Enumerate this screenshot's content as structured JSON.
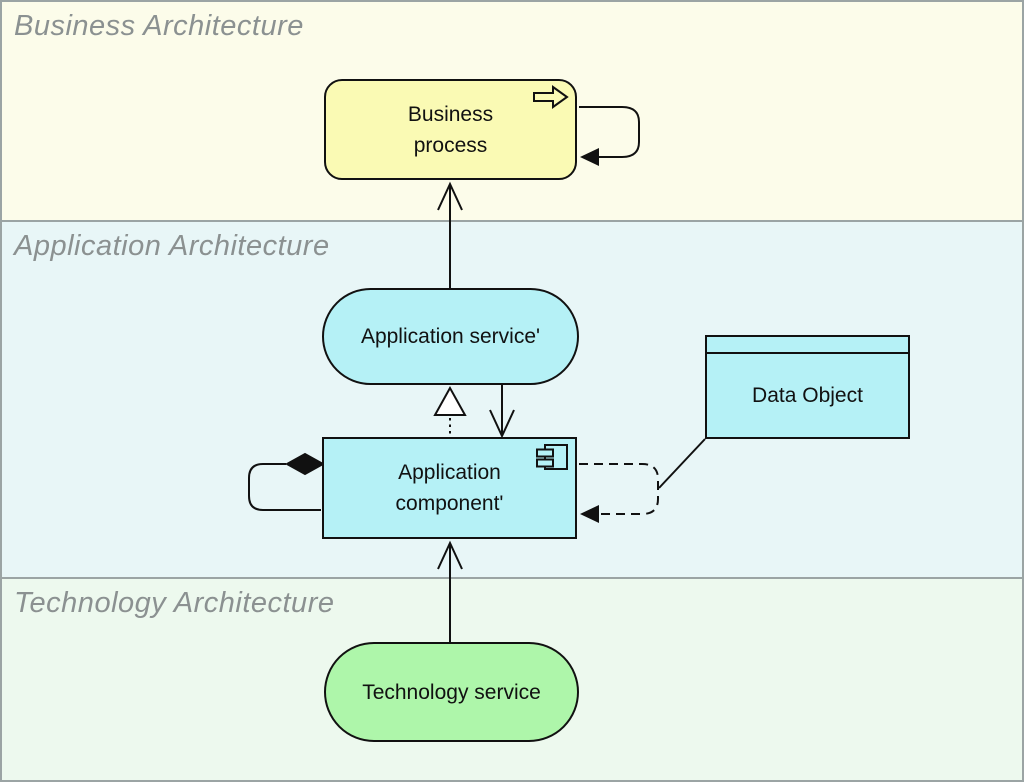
{
  "diagram": {
    "layers": [
      {
        "label": "Business Architecture"
      },
      {
        "label": "Application Architecture"
      },
      {
        "label": "Technology Architecture"
      }
    ],
    "nodes": {
      "business_process": {
        "line1": "Business",
        "line2": "process"
      },
      "application_service": {
        "label": "Application service'"
      },
      "application_component": {
        "line1": "Application",
        "line2": "component'"
      },
      "data_object": {
        "label": "Data Object"
      },
      "technology_service": {
        "label": "Technology service"
      }
    },
    "connectors": [
      {
        "name": "serving-arrow-application-service-to-business-process",
        "type": "serving"
      },
      {
        "name": "triggering-self-loop-business-process",
        "type": "triggering"
      },
      {
        "name": "realization-arrow-application-component-to-application-service",
        "type": "realization"
      },
      {
        "name": "serving-arrow-application-service-to-application-component",
        "type": "serving"
      },
      {
        "name": "composition-self-loop-application-component",
        "type": "composition"
      },
      {
        "name": "flow-self-loop-application-component",
        "type": "flow"
      },
      {
        "name": "association-line-data-object-to-flow",
        "type": "association"
      },
      {
        "name": "serving-arrow-technology-service-to-application-component",
        "type": "serving"
      }
    ],
    "colors": {
      "canvas_border": "#9ba4a4",
      "layer_divider": "#9ba4a4",
      "business_layer_bg": "#fcfcea",
      "application_layer_bg": "#e8f6f7",
      "technology_layer_bg": "#edf9ee",
      "business_node_fill": "#fafab4",
      "application_node_fill": "#b5f1f6",
      "technology_node_fill": "#aef6aa",
      "node_border": "#111111",
      "layer_label_color": "#8b9191",
      "connector_color": "#111111"
    }
  }
}
